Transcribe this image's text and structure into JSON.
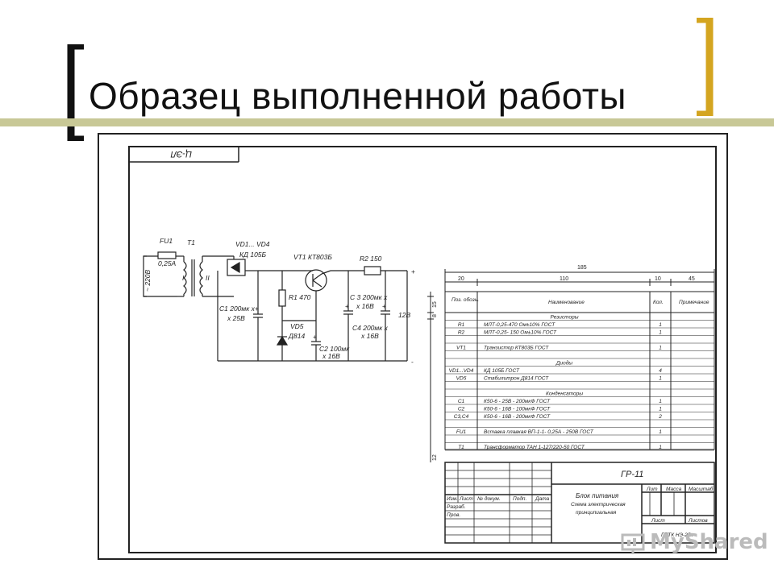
{
  "slide": {
    "title": "Образец выполненной работы",
    "accent_color": "#c8c896",
    "bracket_left_color": "#111111",
    "bracket_right_color": "#d4a520"
  },
  "drawing": {
    "stamp_code": "Ц-ЭЛ",
    "schematic": {
      "fuse": "FU1",
      "fuse_rating": "0,25А",
      "transformer": "T1",
      "input_voltage": "~ 220В",
      "bridge": "VD1... VD4",
      "bridge_type": "КД 105Б",
      "transistor": "VT1 КТ803Б",
      "r1": "R1 470",
      "r2": "R2 150",
      "c1": "C1 200мк х",
      "c1b": "х 25В",
      "vd5": "VD5",
      "vd5_type": "Д814",
      "c2": "C2 100мк",
      "c2b": "х 16В",
      "c3": "C 3  200мк х",
      "c3b": "х 16В",
      "c4": "C4 200мк х",
      "c4b": "х 16В",
      "output": "12В",
      "plus": "+",
      "minus": "-",
      "coil_label": "I",
      "coil_label2": "II"
    },
    "bom": {
      "dim_total": "185",
      "dims": [
        "20",
        "110",
        "10",
        "45"
      ],
      "row_dims": [
        "15",
        "8"
      ],
      "headers": [
        "Поз. обозн.",
        "Наименование",
        "Кол.",
        "Примечание"
      ],
      "rows": [
        {
          "pos": "",
          "name": "Резисторы",
          "qty": "",
          "group": true
        },
        {
          "pos": "R1",
          "name": "МЛТ-0,25-470 Ом±10% ГОСТ",
          "qty": "1",
          "group": false
        },
        {
          "pos": "R2",
          "name": "МЛТ-0,25- 150 Ом±10% ГОСТ",
          "qty": "1",
          "group": false
        },
        {
          "pos": "",
          "name": "",
          "qty": "",
          "group": false
        },
        {
          "pos": "VT1",
          "name": "Транзистор КТ803Б ГОСТ",
          "qty": "1",
          "group": false
        },
        {
          "pos": "",
          "name": "",
          "qty": "",
          "group": false
        },
        {
          "pos": "",
          "name": "Диоды",
          "qty": "",
          "group": true
        },
        {
          "pos": "VD1...VD4",
          "name": "КД 105Б ГОСТ",
          "qty": "4",
          "group": false
        },
        {
          "pos": "VD5",
          "name": "Стабилитрон Д814 ГОСТ",
          "qty": "1",
          "group": false
        },
        {
          "pos": "",
          "name": "",
          "qty": "",
          "group": false
        },
        {
          "pos": "",
          "name": "Конденсаторы",
          "qty": "",
          "group": true
        },
        {
          "pos": "C1",
          "name": "К50-6 - 25В - 200мкФ ГОСТ",
          "qty": "1",
          "group": false
        },
        {
          "pos": "C2",
          "name": "К50-6 - 16В - 100мкФ ГОСТ",
          "qty": "1",
          "group": false
        },
        {
          "pos": "C3,C4",
          "name": "К50-6 - 16В - 200мкФ ГОСТ",
          "qty": "2",
          "group": false
        },
        {
          "pos": "",
          "name": "",
          "qty": "",
          "group": false
        },
        {
          "pos": "FU1",
          "name": "Вставка плавкая ВП-1-1- 0,25А - 250В ГОСТ",
          "qty": "1",
          "group": false
        },
        {
          "pos": "",
          "name": "",
          "qty": "",
          "group": false
        },
        {
          "pos": "T1",
          "name": "Трансформатор ТАН 1-127/220-50 ГОСТ",
          "qty": "1",
          "group": false
        }
      ],
      "row_dim_bottom": "12"
    },
    "title_block": {
      "code": "ГР-11",
      "name_line1": "Блок питания",
      "name_line2": "Схема электрическая",
      "name_line3": "принципиальная",
      "col_labels": [
        "Изм.",
        "Лист",
        "№ докум.",
        "Подп.",
        "Дата"
      ],
      "row_labels": [
        "Разраб.",
        "Пров."
      ],
      "lit": "Лит",
      "mass": "Масса",
      "scale": "Масштаб",
      "sheet": "Лист",
      "sheets": "Листов",
      "org": "ГПТК НЭ-25к"
    }
  },
  "watermark": {
    "text": "MyShared"
  }
}
